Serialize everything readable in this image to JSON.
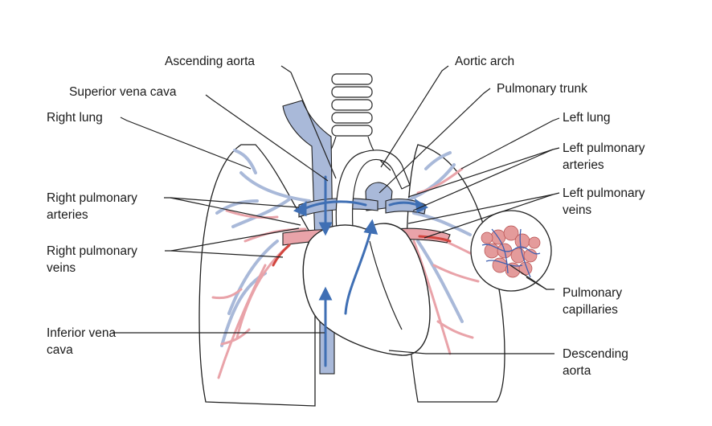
{
  "labels": {
    "ascending_aorta": "Ascending aorta",
    "aortic_arch": "Aortic arch",
    "superior_vena_cava": "Superior vena cava",
    "pulmonary_trunk": "Pulmonary trunk",
    "right_lung": "Right lung",
    "left_lung": "Left lung",
    "left_pulmonary_arteries": [
      "Left pulmonary",
      "arteries"
    ],
    "right_pulmonary_arteries": [
      "Right pulmonary",
      "arteries"
    ],
    "left_pulmonary_veins": [
      "Left pulmonary",
      "veins"
    ],
    "right_pulmonary_veins": [
      "Right pulmonary",
      "veins"
    ],
    "pulmonary_capillaries": [
      "Pulmonary",
      "capillaries"
    ],
    "inferior_vena_cava": [
      "Inferior vena",
      "cava"
    ],
    "descending_aorta": [
      "Descending",
      "aorta"
    ]
  },
  "colors": {
    "deoxygenated": "#a9b9d9",
    "oxygenated": "#e9a3a9",
    "arrow_blue": "#3f6fb4",
    "arrow_red": "#d2453e",
    "outline": "#222222"
  }
}
